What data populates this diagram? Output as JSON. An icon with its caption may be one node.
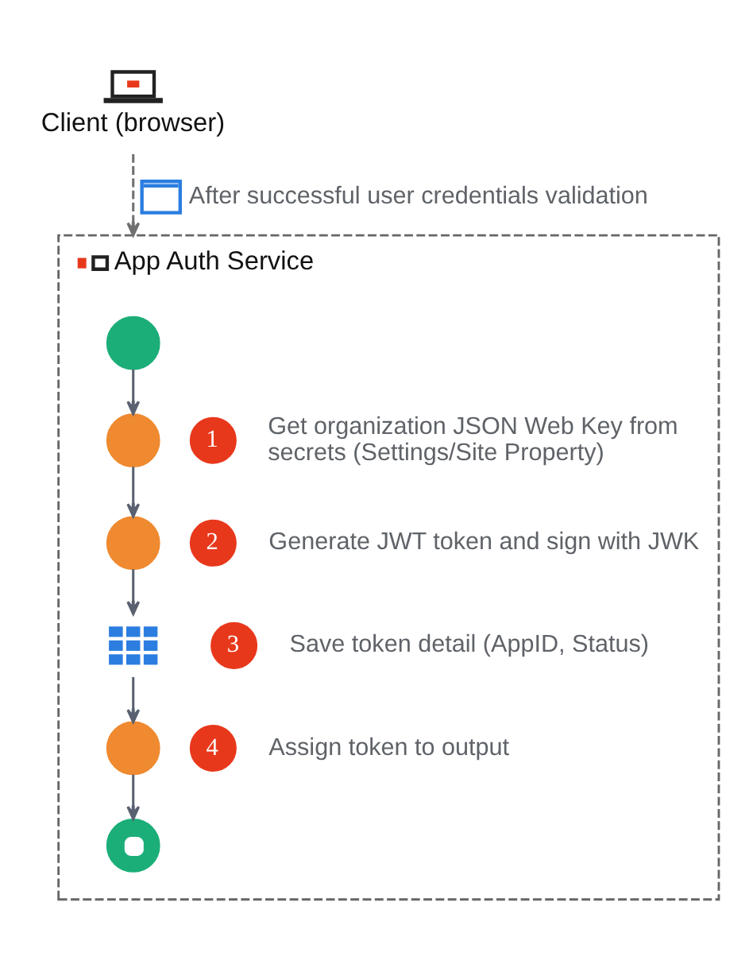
{
  "diagram": {
    "nodes": [
      {
        "text": [
          "Client (browser)"
        ]
      },
      {
        "text": [
          "App Auth Service"
        ]
      },
      {
        "text": [],
        "shape": "circle",
        "in": 1
      },
      {
        "text": [],
        "shape": "circle",
        "in": 1
      },
      {
        "text": [
          "1"
        ],
        "beside": [
          "Get organization JSON Web Key from secrets (Settings/Site Property)"
        ],
        "in": 1
      },
      {
        "text": [],
        "shape": "circle",
        "in": 1
      },
      {
        "text": [
          "2"
        ],
        "beside": [
          "Generate JWT token and sign with JWK"
        ],
        "in": 1
      },
      {
        "text": [],
        "shape": "table",
        "in": 1
      },
      {
        "text": [
          "3"
        ],
        "beside": [
          "Save token detail (AppID, Status)"
        ],
        "in": 1
      },
      {
        "text": [],
        "shape": "circle",
        "in": 1
      },
      {
        "text": [
          "4"
        ],
        "beside": [
          "Assign token to output"
        ],
        "in": 1
      },
      {
        "text": [],
        "shape": "circle",
        "in": 1
      }
    ],
    "edges": [
      {
        "from": 0,
        "to": 1,
        "arrow": "to",
        "style": "dashed",
        "label": "After successful user credentials validation"
      },
      {
        "from": 2,
        "to": 3,
        "arrow": "to"
      },
      {
        "from": 3,
        "to": 5,
        "arrow": "to"
      },
      {
        "from": 5,
        "to": 7,
        "arrow": "to"
      },
      {
        "from": 7,
        "to": 9,
        "arrow": "to"
      },
      {
        "from": 9,
        "to": 11,
        "arrow": "to"
      }
    ]
  }
}
